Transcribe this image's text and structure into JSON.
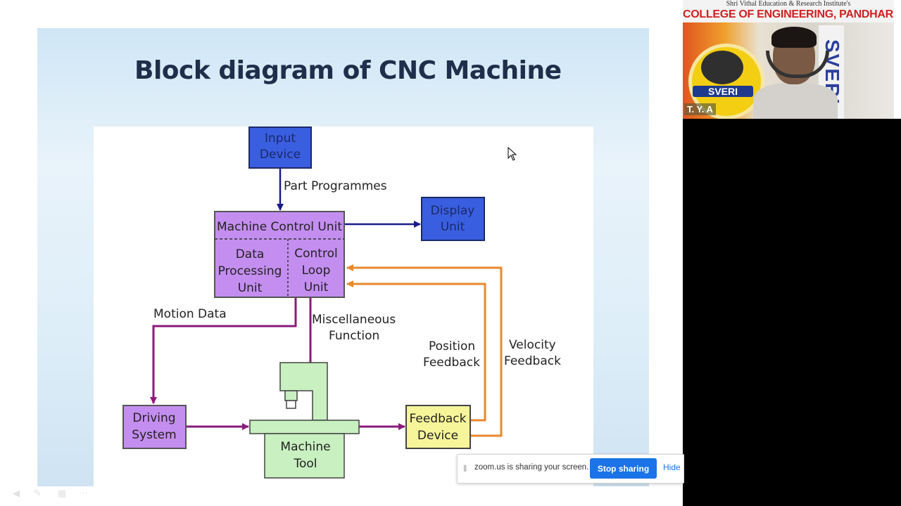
{
  "slide": {
    "title": "Block diagram of CNC Machine"
  },
  "diagram": {
    "boxes": {
      "input_device": [
        "Input",
        "Device"
      ],
      "display_unit": [
        "Display",
        "Unit"
      ],
      "mcu_header": "Machine Control Unit",
      "data_processing": [
        "Data",
        "Processing",
        "Unit"
      ],
      "control_loop": [
        "Control",
        "Loop",
        "Unit"
      ],
      "driving_system": [
        "Driving",
        "System"
      ],
      "machine_tool": [
        "Machine",
        "Tool"
      ],
      "feedback_device": [
        "Feedback",
        "Device"
      ]
    },
    "labels": {
      "part_programmes": "Part Programmes",
      "motion_data": "Motion Data",
      "misc_function": [
        "Miscellaneous",
        "Function"
      ],
      "position_feedback": [
        "Position",
        "Feedback"
      ],
      "velocity_feedback": [
        "Velocity",
        "Feedback"
      ]
    },
    "colors": {
      "blue_box": "#3a5ee0",
      "purple_box": "#c48ef0",
      "green_box": "#c8f0c0",
      "yellow_box": "#f6f59a",
      "navy_arrow": "#1a1a8c",
      "purple_arrow": "#8a1a7a",
      "orange_arrow": "#e8892e"
    }
  },
  "webcam": {
    "college_line1": "Shri Vithal Education & Research Institute's",
    "college_line2": "COLLEGE OF ENGINEERING, PANDHARPUR",
    "logo_text": "SVERI",
    "banner_text": "SVERI",
    "participant_label": "T. Y. A"
  },
  "share_bar": {
    "message": "zoom.us is sharing your screen.",
    "stop_label": "Stop sharing",
    "hide_label": "Hide"
  }
}
